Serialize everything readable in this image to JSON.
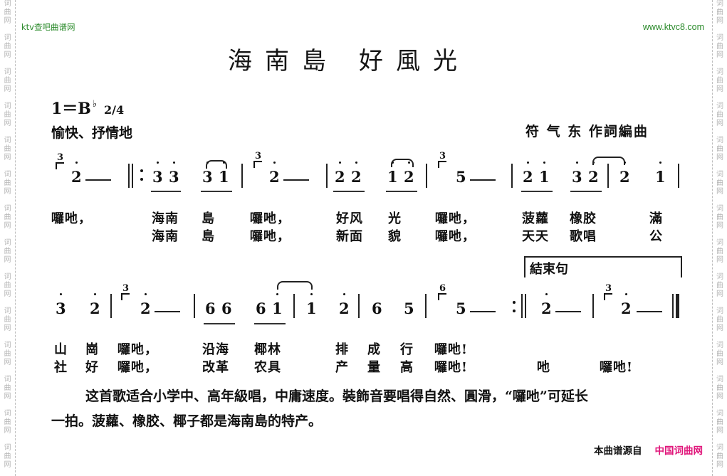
{
  "watermark": {
    "chars": [
      "词",
      "曲",
      "网"
    ],
    "color": "#b5b5b5"
  },
  "header": {
    "site_left": "ktv查吧曲谱网",
    "site_right": "www.ktvc8.com",
    "site_color": "#2a8a2a"
  },
  "score": {
    "title_part1": "海南島",
    "title_part2": "好風光",
    "key": "1＝B",
    "flat": "♭",
    "time_signature": "2/4",
    "tempo": "愉快、抒情地",
    "credit": "符 气 东 作詞編曲"
  },
  "line1": {
    "notes": [
      {
        "grace": "3",
        "note": "2",
        "dot": true
      },
      {
        "note": "3",
        "dot": true
      },
      {
        "note": "3",
        "dot": true
      },
      {
        "note": "3",
        "dot": true
      },
      {
        "note": "1",
        "dot": true
      },
      {
        "grace": "3",
        "note": "2",
        "dot": true
      },
      {
        "note": "2",
        "dot": true
      },
      {
        "note": "2",
        "dot": true
      },
      {
        "note": "1",
        "dot": true
      },
      {
        "note": "2",
        "dot": true
      },
      {
        "grace": "3",
        "note": "5",
        "dot": false
      },
      {
        "note": "2",
        "dot": true
      },
      {
        "note": "1",
        "dot": true
      },
      {
        "note": "3",
        "dot": true
      },
      {
        "note": "2",
        "dot": true
      },
      {
        "note": "2",
        "dot": true
      },
      {
        "note": "1",
        "dot": true
      }
    ],
    "lyrics_v1": [
      "囉吔，",
      "海南",
      "島",
      "囉吔，",
      "好风",
      "光",
      "囉吔，",
      "菠蘿",
      "橡胶",
      "滿"
    ],
    "lyrics_v2": [
      "海南",
      "島",
      "囉吔，",
      "新面",
      "貌",
      "囉吔，",
      "天天",
      "歌唱",
      "公"
    ]
  },
  "line2": {
    "ending_label": "結束句",
    "notes": [
      {
        "note": "3",
        "dot": true
      },
      {
        "note": "2",
        "dot": true
      },
      {
        "grace": "3",
        "note": "2",
        "dot": true
      },
      {
        "note": "6",
        "dot": false
      },
      {
        "note": "6",
        "dot": false
      },
      {
        "note": "6",
        "dot": false
      },
      {
        "note": "1",
        "dot": true
      },
      {
        "note": "1",
        "dot": true
      },
      {
        "note": "2",
        "dot": true
      },
      {
        "note": "6",
        "dot": false
      },
      {
        "note": "5",
        "dot": false
      },
      {
        "grace": "6",
        "note": "5",
        "dot": false
      },
      {
        "note": "2",
        "dot": true
      },
      {
        "grace": "3",
        "note": "2",
        "dot": true
      }
    ],
    "lyrics_v1": [
      "山",
      "崗",
      "囉吔，",
      "沿海",
      "椰林",
      "排",
      "成",
      "行",
      "囉吔!"
    ],
    "lyrics_v2": [
      "社",
      "好",
      "囉吔，",
      "改革",
      "农具",
      "产",
      "量",
      "高",
      "囉吔!",
      "吔",
      "囉吔!"
    ]
  },
  "note": {
    "line1": "这首歌适合小学中、高年級唱，中庸速度。裝飾音要唱得自然、圓滑，“囉吔”可延长",
    "line2": "一拍。菠蘿、橡胶、椰子都是海南島的特产。"
  },
  "footer": {
    "source_label": "本曲谱源自",
    "source_brand": "中国词曲网",
    "brand_color": "#e0157a"
  }
}
